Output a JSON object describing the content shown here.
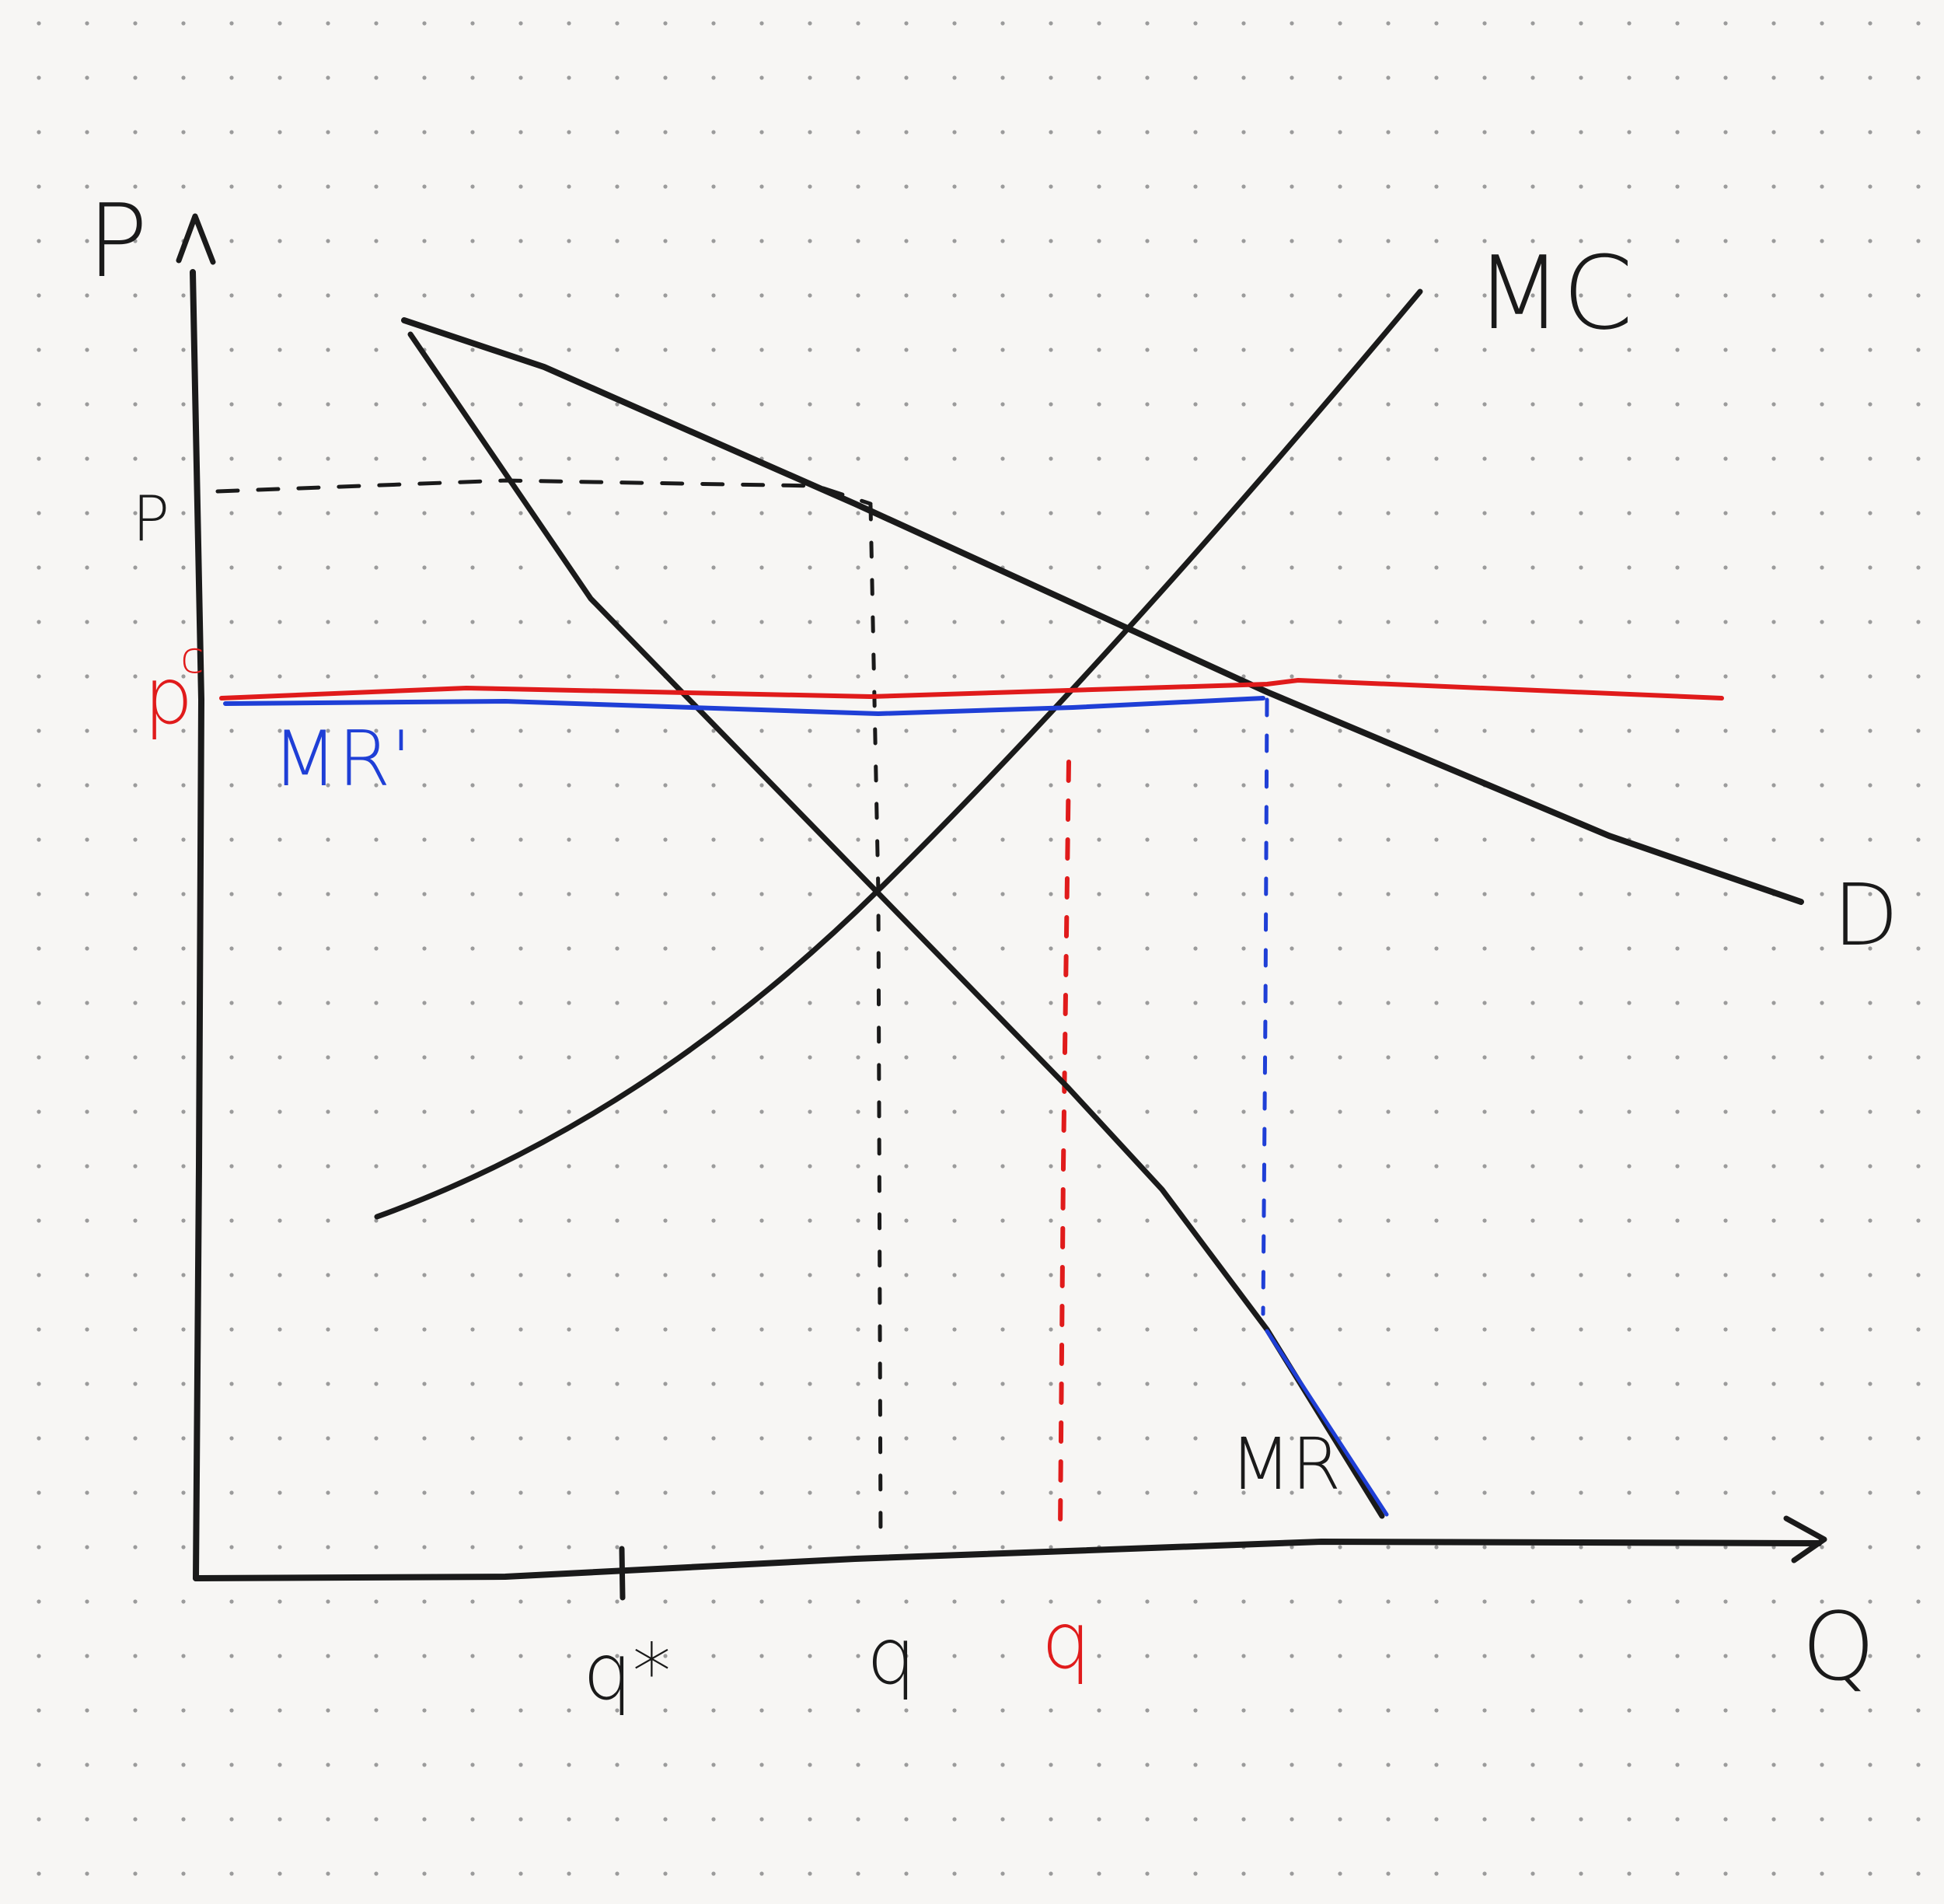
{
  "colors": {
    "paper": "#f7f6f4",
    "dots": "#9b9b9b",
    "ink": "#1a1a1a",
    "red": "#e01b1b",
    "blue": "#1f3fd6"
  },
  "labels": {
    "y_axis": "P",
    "x_axis": "Q",
    "mc": "MC",
    "demand": "D",
    "mr": "MR",
    "mr_prime": "MR'",
    "price_monopoly": "P",
    "price_cap": "p",
    "price_cap_superscript": "c",
    "q_star": "q*",
    "q_black": "q",
    "q_red": "q"
  }
}
